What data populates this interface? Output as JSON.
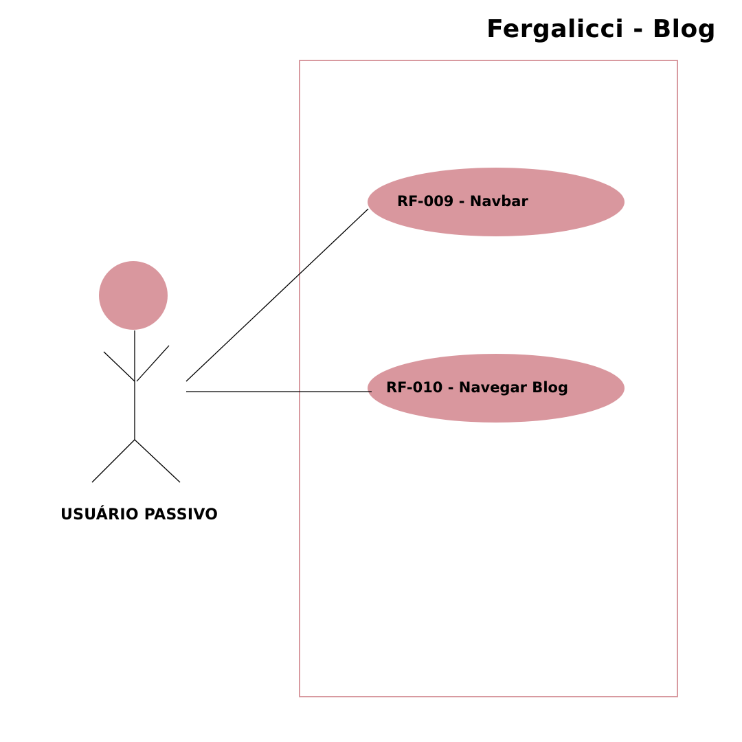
{
  "title": "Fergalicci - Blog",
  "actor": {
    "label": "USUÁRIO PASSIVO"
  },
  "use_cases": [
    {
      "label": "RF-009 - Navbar"
    },
    {
      "label": "RF-010 - Navegar Blog"
    }
  ],
  "colors": {
    "accent": "#d9979e",
    "boundary": "#d89aa0",
    "line": "#000000"
  }
}
